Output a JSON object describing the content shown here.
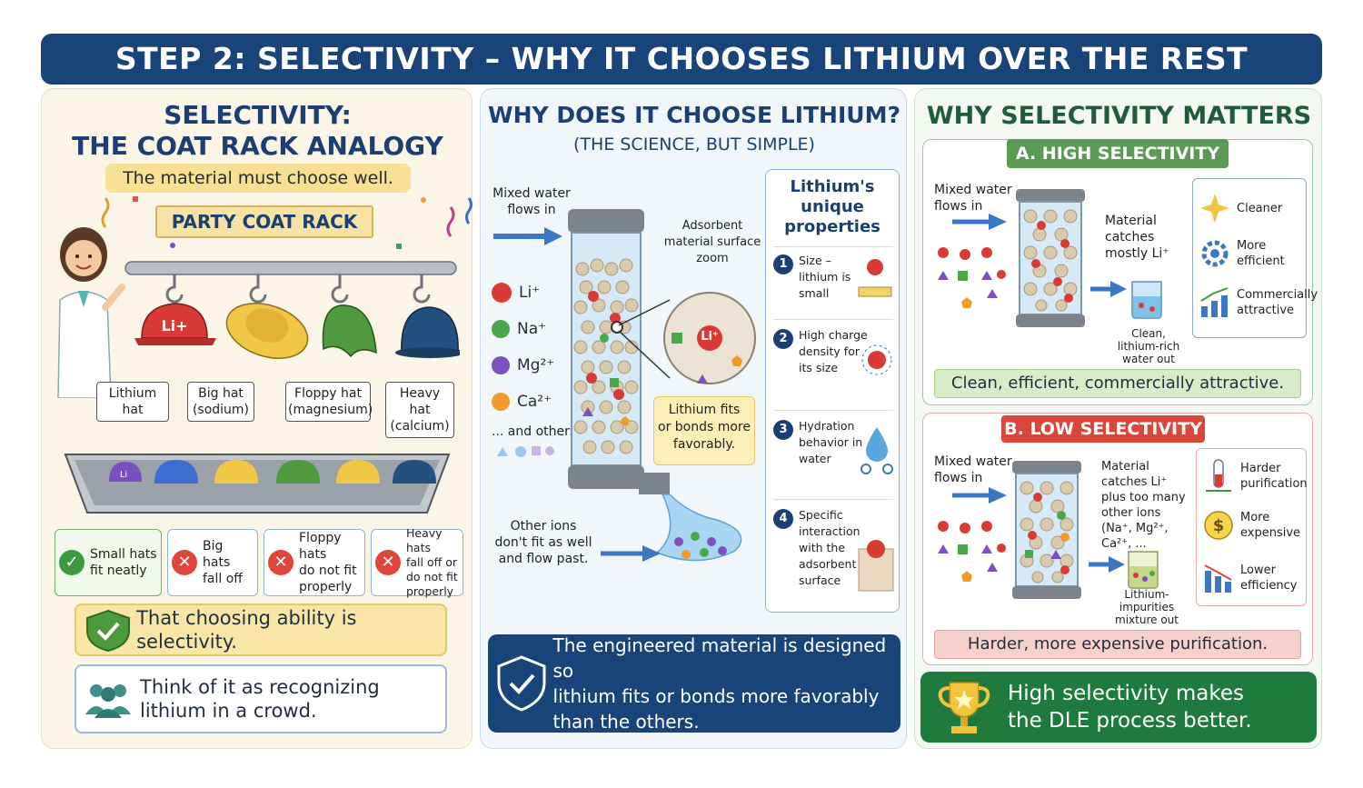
{
  "header": {
    "title": "STEP 2: SELECTIVITY – WHY IT CHOOSES LITHIUM OVER THE REST"
  },
  "panel1": {
    "title_line1": "SELECTIVITY:",
    "title_line2": "THE COAT RACK ANALOGY",
    "tagline": "The material must choose well.",
    "banner": "PARTY COAT RACK",
    "hat_symbol": "Li+",
    "tray_hat_symbol": "Li",
    "hats": [
      {
        "line1": "Lithium",
        "line2": "hat",
        "color": "#d83b35"
      },
      {
        "line1": "Big hat",
        "line2": "(sodium)",
        "color": "#e8b93a"
      },
      {
        "line1": "Floppy hat",
        "line2": "(magnesium)",
        "color": "#4f9a3f"
      },
      {
        "line1": "Heavy hat",
        "line2": "(calcium)",
        "color": "#24507f"
      }
    ],
    "results": [
      {
        "icon": "check",
        "line1": "Small hats",
        "line2": "fit neatly",
        "line3": "",
        "line4": ""
      },
      {
        "icon": "cross",
        "line1": "Big hats",
        "line2": "fall off",
        "line3": "",
        "line4": ""
      },
      {
        "icon": "cross",
        "line1": "Floppy hats",
        "line2": "do not fit",
        "line3": "properly",
        "line4": ""
      },
      {
        "icon": "cross",
        "line1": "Heavy hats",
        "line2": "fall off or",
        "line3": "do not fit",
        "line4": "properly"
      }
    ],
    "callout1": "That choosing ability is selectivity.",
    "callout2_line1": "Think of it as recognizing",
    "callout2_line2": "lithium in a crowd."
  },
  "panel2": {
    "title": "WHY DOES IT CHOOSE LITHIUM?",
    "subtitle": "(THE SCIENCE, BUT SIMPLE)",
    "inflow_line1": "Mixed water",
    "inflow_line2": "flows in",
    "ions": [
      {
        "label": "Li⁺",
        "color": "#d83b35"
      },
      {
        "label": "Na⁺",
        "color": "#4aa84a"
      },
      {
        "label": "Mg²⁺",
        "color": "#7d4fc0"
      },
      {
        "label": "Ca²⁺",
        "color": "#f09a2a"
      }
    ],
    "others": "... and others",
    "zoom_line1": "Adsorbent",
    "zoom_line2": "material surface",
    "zoom_line3": "zoom",
    "zoom_symbol": "Li⁺",
    "fits_line1": "Lithium fits",
    "fits_line2": "or bonds more",
    "fits_line3": "favorably.",
    "outflow_line1": "Other ions",
    "outflow_line2": "don't fit as well",
    "outflow_line3": "and flow past.",
    "props_title_line1": "Lithium's",
    "props_title_line2": "unique",
    "props_title_line3": "properties",
    "props": [
      {
        "num": "1",
        "line1": "Size –",
        "line2": "lithium is",
        "line3": "small",
        "line4": "",
        "line5": ""
      },
      {
        "num": "2",
        "line1": "High charge",
        "line2": "density for",
        "line3": "its size",
        "line4": "",
        "line5": ""
      },
      {
        "num": "3",
        "line1": "Hydration",
        "line2": "behavior in",
        "line3": "water",
        "line4": "",
        "line5": ""
      },
      {
        "num": "4",
        "line1": "Specific",
        "line2": "interaction",
        "line3": "with the",
        "line4": "adsorbent",
        "line5": "surface"
      }
    ],
    "bottom_line1": "The engineered material is designed so",
    "bottom_line2": "lithium fits or bonds more favorably",
    "bottom_line3": "than the others."
  },
  "panel3": {
    "title": "WHY SELECTIVITY MATTERS",
    "high": {
      "tag": "A. HIGH SELECTIVITY",
      "inflow_line1": "Mixed water",
      "inflow_line2": "flows in",
      "catch_line1": "Material",
      "catch_line2": "catches",
      "catch_line3": "mostly Li⁺",
      "out_line1": "Clean,",
      "out_line2": "lithium-rich",
      "out_line3": "water out",
      "benefits": [
        {
          "line1": "Cleaner",
          "line2": ""
        },
        {
          "line1": "More",
          "line2": "efficient"
        },
        {
          "line1": "Commercially",
          "line2": "attractive"
        }
      ],
      "summary": "Clean, efficient, commercially attractive."
    },
    "low": {
      "tag": "B. LOW SELECTIVITY",
      "inflow_line1": "Mixed water",
      "inflow_line2": "flows in",
      "catch_line1": "Material",
      "catch_line2": "catches Li⁺",
      "catch_line3": "plus too many",
      "catch_line4": "other ions",
      "catch_line5": "(Na⁺, Mg²⁺,",
      "catch_line6": "Ca²⁺, ...",
      "out_line1": "Lithium-",
      "out_line2": "impurities",
      "out_line3": "mixture out",
      "drawbacks": [
        {
          "line1": "Harder",
          "line2": "purification"
        },
        {
          "line1": "More",
          "line2": "expensive"
        },
        {
          "line1": "Lower",
          "line2": "efficiency"
        }
      ],
      "summary": "Harder, more expensive purification."
    },
    "bottom_line1": "High selectivity makes",
    "bottom_line2": "the DLE process better."
  }
}
